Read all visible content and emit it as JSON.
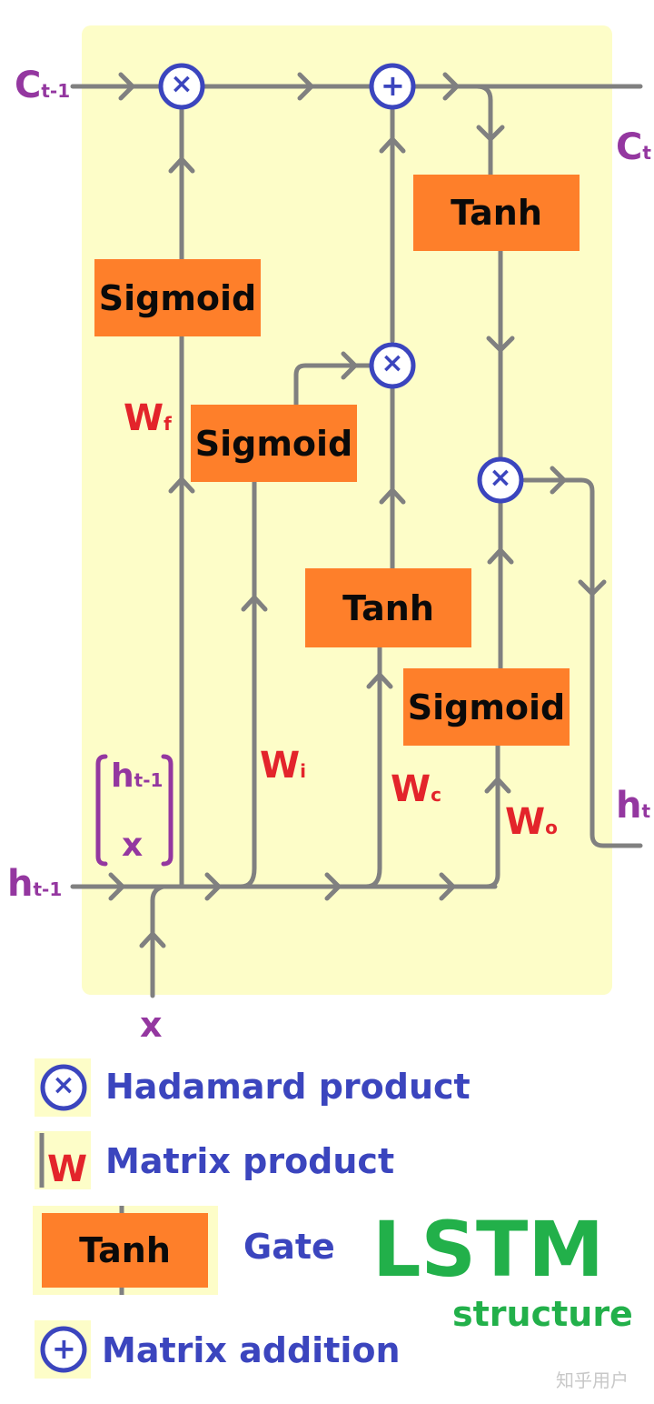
{
  "inputs": {
    "c_prev": {
      "main": "C",
      "sub": "t-1"
    },
    "c_next": {
      "main": "C",
      "sub": "t"
    },
    "h_prev": {
      "main": "h",
      "sub": "t-1"
    },
    "h_next": {
      "main": "h",
      "sub": "t"
    },
    "x": "x"
  },
  "concat": {
    "h": "h",
    "h_sub": "t-1",
    "x": "x"
  },
  "gates": {
    "forget": "Sigmoid",
    "input": "Sigmoid",
    "candidate": "Tanh",
    "output": "Sigmoid",
    "cell_tanh": "Tanh"
  },
  "weights": {
    "f": {
      "main": "W",
      "sub": "f"
    },
    "i": {
      "main": "W",
      "sub": "i"
    },
    "c": {
      "main": "W",
      "sub": "c"
    },
    "o": {
      "main": "W",
      "sub": "o"
    }
  },
  "operators": {
    "hadamard": "×",
    "addition": "+"
  },
  "legend": {
    "hadamard": "Hadamard product",
    "matrix_w": "W",
    "matrix": "Matrix product",
    "gate_box": "Tanh",
    "gate": "Gate",
    "addition": "Matrix addition"
  },
  "title": {
    "main": "LSTM",
    "sub": "structure"
  },
  "watermark": "知乎用户",
  "colors": {
    "line": "#808080",
    "gate": "#fe7f2a",
    "background": "#fdfdc8",
    "operator": "#3b45be",
    "weight": "#e3242b",
    "io_label": "#9437a0",
    "title": "#22b04a"
  }
}
